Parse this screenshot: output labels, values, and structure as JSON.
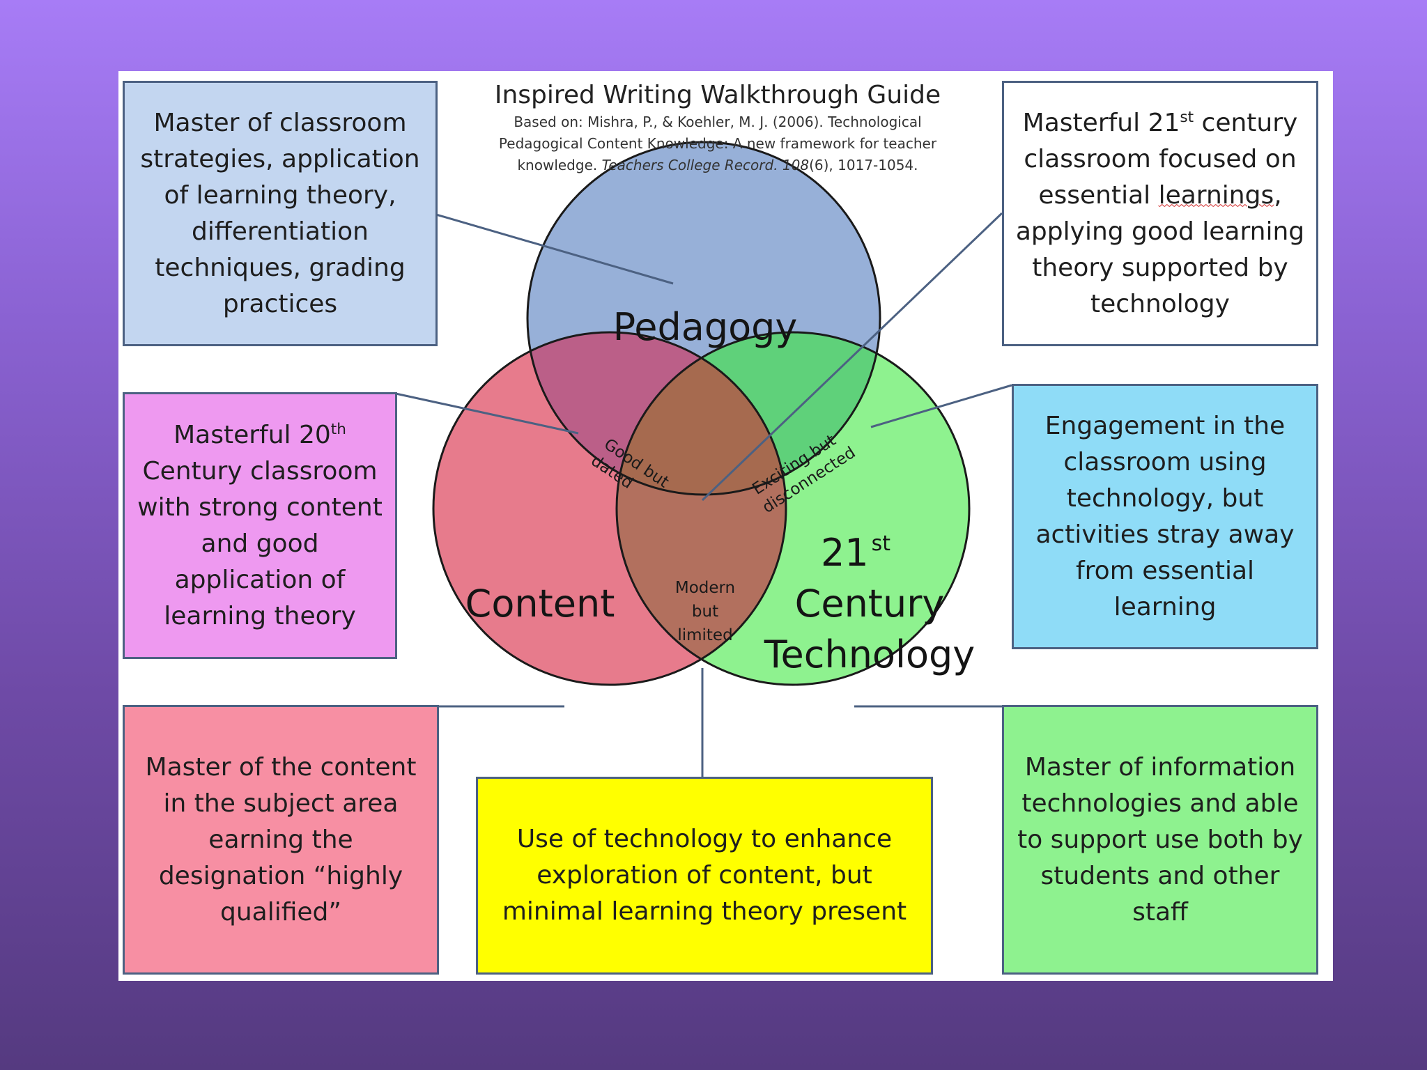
{
  "title": {
    "main": "Inspired Writing  Walkthrough Guide",
    "ref_line1": "Based on: Mishra, P., & Koehler, M. J. (2006). Technological",
    "ref_line2": "Pedagogical Content Knowledge: A new framework for teacher",
    "ref_prefix": "knowledge. ",
    "ref_journal": "Teachers College Record. 108",
    "ref_suffix": "(6), 1017-1054."
  },
  "circles": {
    "pedagogy": {
      "label": "Pedagogy",
      "color": "#97b0d8"
    },
    "content": {
      "label": "Content",
      "color": "#e77b8c"
    },
    "technology": {
      "label_sup_num": "21",
      "label_sup": "st",
      "line2": "Century",
      "line3": "Technology",
      "color": "#8ef28f"
    }
  },
  "overlaps": {
    "good_but_dated": {
      "line1": "Good but",
      "line2": "dated"
    },
    "exciting_but_disconnected": {
      "line1": "Exciting but",
      "line2": "disconnected"
    },
    "modern_but_limited": {
      "line1": "Modern",
      "line2": "but",
      "line3": "limited"
    }
  },
  "boxes": {
    "pedagogy_desc": {
      "text": "Master of classroom strategies, application of learning theory, differentiation techniques, grading practices",
      "color": "#c3d6f0"
    },
    "ped_tech_desc": {
      "text_pre": "Masterful 21",
      "sup": "st",
      "text_mid": " century classroom focused on essential ",
      "wavy_word": "learnings",
      "text_post": ", applying good learning theory supported by technology",
      "color": "#ffffff"
    },
    "ped_content_desc": {
      "text_pre": "Masterful 20",
      "sup": "th",
      "text_post": " Century classroom with strong content and good application of learning theory",
      "color": "#ee99f0"
    },
    "tech_engagement_desc": {
      "text": "Engagement in the classroom using technology, but activities stray away from essential learning",
      "color": "#8fdcf7"
    },
    "content_desc": {
      "text": "Master of the content in the subject area earning the designation “highly qualified”",
      "color": "#f78fa3"
    },
    "content_tech_desc": {
      "text": "Use of technology to enhance exploration of content, but minimal learning theory present",
      "color": "#ffff00"
    },
    "tech_desc": {
      "text": "Master of information technologies and able to support use both by students and other staff",
      "color": "#8ef28f"
    }
  }
}
